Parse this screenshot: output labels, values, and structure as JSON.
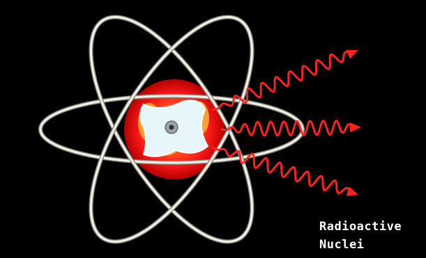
{
  "caption": {
    "line1": "Radioactive",
    "line2": "Nuclei"
  },
  "colors": {
    "background": "#000000",
    "orbit": "#f4f1e6",
    "orbit_shadow": "#8a8a80",
    "glow_outer": "#ff1a1a",
    "glow_inner": "#ff6a1a",
    "nucleus_core": "#e6f6fb",
    "radiation": "#ff2020",
    "caption_text": "#ffffff"
  },
  "diagram": {
    "subject": "atom",
    "orbit_count": 3,
    "radiation_wave_count": 3
  }
}
